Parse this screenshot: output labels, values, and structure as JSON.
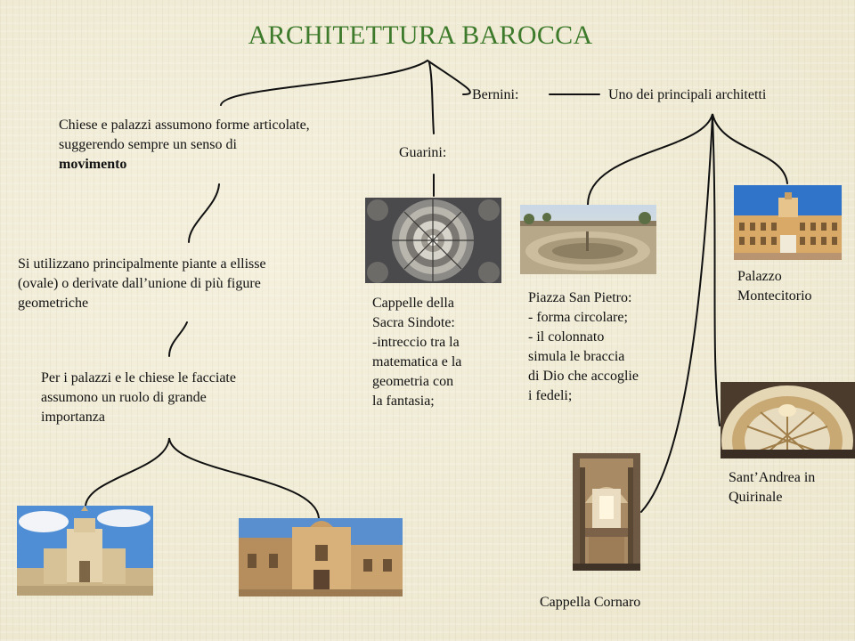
{
  "title": "ARCHITETTURA BAROCCA",
  "bernini_label": "Bernini:",
  "bernini_desc": "Uno dei principali architetti",
  "guarini_label": "Guarini:",
  "intro": {
    "line1": "Chiese e palazzi assumono forme articolate,",
    "line2": "suggerendo sempre un senso di",
    "line3": "movimento"
  },
  "piante": {
    "line1": "Si utilizzano principalmente piante a ellisse",
    "line2": "(ovale) o derivate dall’unione di più figure",
    "line3": "geometriche"
  },
  "facciate": {
    "line1": "Per i palazzi e le chiese le facciate",
    "line2": "assumono un ruolo di grande",
    "line3": "importanza"
  },
  "cappelle": {
    "line1": "Cappelle della",
    "line2": "Sacra Sindote:",
    "line3": "-intreccio tra la",
    "line4": "matematica e la",
    "line5": "geometria con",
    "line6": "la fantasia;"
  },
  "piazza": {
    "line1": "Piazza San Pietro:",
    "line2": "- forma circolare;",
    "line3": "- il colonnato",
    "line4": "simula le braccia",
    "line5": "di Dio che accoglie",
    "line6": "i fedeli;"
  },
  "montecitorio": {
    "line1": "Palazzo",
    "line2": "Montecitorio"
  },
  "santandrea": {
    "line1": "Sant’Andrea in",
    "line2": "Quirinale"
  },
  "cornaro": "Cappella Cornaro",
  "colors": {
    "title": "#3d7a2c",
    "line": "#111111",
    "background": "#f1edd9"
  }
}
